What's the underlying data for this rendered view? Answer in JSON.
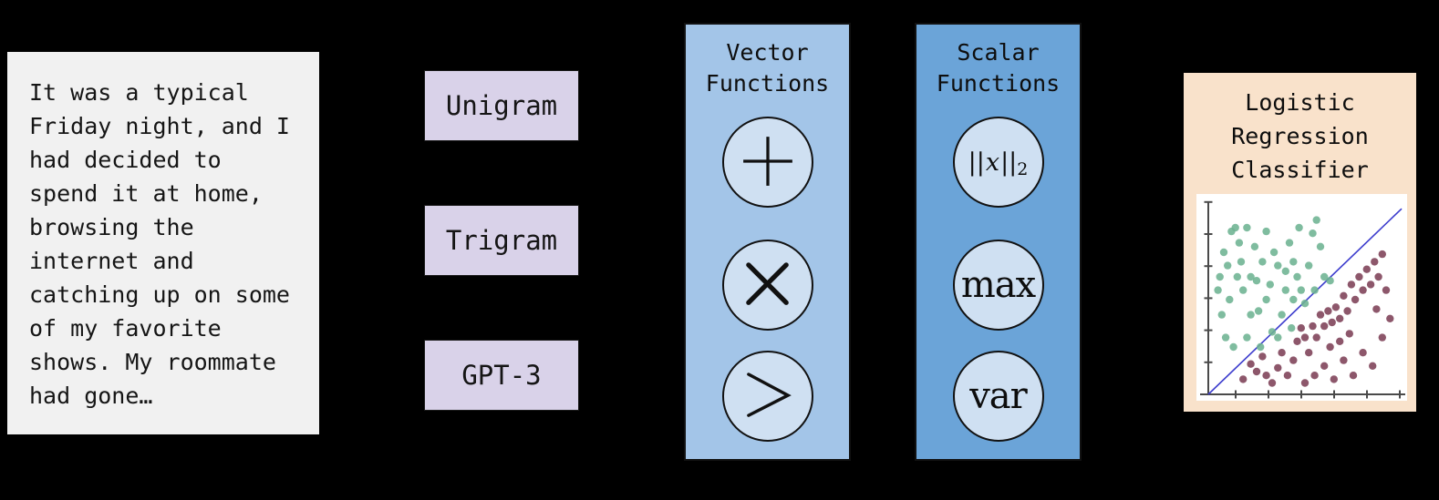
{
  "background": "#000000",
  "story": {
    "bg": "#f1f1f1",
    "lines": [
      "It was a typical",
      "Friday night, and I",
      "had decided to",
      "spend it at home,",
      "browsing the",
      "internet and",
      "catching up on some",
      "of my favorite",
      "shows. My roommate",
      "had gone…"
    ]
  },
  "models": {
    "bg": "#d9d2e9",
    "items": [
      {
        "label": "Unigram"
      },
      {
        "label": "Trigram"
      },
      {
        "label": "GPT-3"
      }
    ]
  },
  "vector_functions": {
    "title_lines": [
      "Vector",
      "Functions"
    ],
    "panel_color": "#a3c5e8",
    "circle_color": "#cfe0f2",
    "items": [
      {
        "icon": "plus-icon",
        "symbol": "+"
      },
      {
        "icon": "times-icon",
        "symbol": "×"
      },
      {
        "icon": "greater-than-icon",
        "symbol": ">"
      }
    ]
  },
  "scalar_functions": {
    "title_lines": [
      "Scalar",
      "Functions"
    ],
    "panel_color": "#6ba4d8",
    "circle_color": "#cfe0f2",
    "items": [
      {
        "kind": "norm",
        "pre": "||",
        "var": "x",
        "post": "||",
        "sub": "2"
      },
      {
        "kind": "text",
        "label": "max"
      },
      {
        "kind": "text",
        "label": "var"
      }
    ]
  },
  "classifier": {
    "bg": "#f9e2cb",
    "title_lines": [
      "Logistic",
      "Regression",
      "Classifier"
    ]
  },
  "chart_data": {
    "type": "scatter",
    "title": "",
    "xlabel": "",
    "ylabel": "",
    "x_range": [
      0,
      1
    ],
    "y_range": [
      0,
      1
    ],
    "grid": false,
    "legend": "none",
    "axis_color": "#4a4a4a",
    "axis_ticks": {
      "x": 6,
      "y": 6
    },
    "decision_boundary": {
      "color": "#3c3ccd",
      "from": [
        0,
        0
      ],
      "to": [
        1,
        0.98
      ]
    },
    "series": [
      {
        "name": "class-a-green",
        "color": "#6db392",
        "points": [
          [
            0.05,
            0.55
          ],
          [
            0.07,
            0.42
          ],
          [
            0.08,
            0.75
          ],
          [
            0.1,
            0.68
          ],
          [
            0.12,
            0.86
          ],
          [
            0.14,
            0.88
          ],
          [
            0.16,
            0.8
          ],
          [
            0.17,
            0.7
          ],
          [
            0.18,
            0.55
          ],
          [
            0.2,
            0.88
          ],
          [
            0.22,
            0.62
          ],
          [
            0.24,
            0.78
          ],
          [
            0.26,
            0.44
          ],
          [
            0.28,
            0.7
          ],
          [
            0.3,
            0.86
          ],
          [
            0.32,
            0.58
          ],
          [
            0.34,
            0.75
          ],
          [
            0.36,
            0.68
          ],
          [
            0.09,
            0.3
          ],
          [
            0.13,
            0.25
          ],
          [
            0.2,
            0.3
          ],
          [
            0.27,
            0.25
          ],
          [
            0.33,
            0.33
          ],
          [
            0.38,
            0.42
          ],
          [
            0.4,
            0.55
          ],
          [
            0.42,
            0.8
          ],
          [
            0.44,
            0.7
          ],
          [
            0.46,
            0.62
          ],
          [
            0.48,
            0.55
          ],
          [
            0.5,
            0.48
          ],
          [
            0.52,
            0.68
          ],
          [
            0.54,
            0.85
          ],
          [
            0.56,
            0.92
          ],
          [
            0.58,
            0.78
          ],
          [
            0.6,
            0.62
          ],
          [
            0.63,
            0.6
          ],
          [
            0.43,
            0.35
          ],
          [
            0.36,
            0.3
          ],
          [
            0.25,
            0.6
          ],
          [
            0.15,
            0.62
          ],
          [
            0.06,
            0.62
          ],
          [
            0.11,
            0.5
          ],
          [
            0.47,
            0.88
          ],
          [
            0.3,
            0.5
          ],
          [
            0.55,
            0.55
          ],
          [
            0.4,
            0.65
          ],
          [
            0.22,
            0.42
          ],
          [
            0.44,
            0.5
          ]
        ]
      },
      {
        "name": "class-b-maroon",
        "color": "#7d4057",
        "points": [
          [
            0.18,
            0.08
          ],
          [
            0.22,
            0.16
          ],
          [
            0.25,
            0.12
          ],
          [
            0.28,
            0.2
          ],
          [
            0.3,
            0.1
          ],
          [
            0.33,
            0.06
          ],
          [
            0.36,
            0.14
          ],
          [
            0.38,
            0.22
          ],
          [
            0.41,
            0.1
          ],
          [
            0.44,
            0.18
          ],
          [
            0.46,
            0.28
          ],
          [
            0.48,
            0.35
          ],
          [
            0.5,
            0.3
          ],
          [
            0.52,
            0.22
          ],
          [
            0.54,
            0.36
          ],
          [
            0.56,
            0.3
          ],
          [
            0.58,
            0.42
          ],
          [
            0.6,
            0.36
          ],
          [
            0.62,
            0.44
          ],
          [
            0.64,
            0.38
          ],
          [
            0.66,
            0.46
          ],
          [
            0.68,
            0.4
          ],
          [
            0.7,
            0.52
          ],
          [
            0.72,
            0.44
          ],
          [
            0.74,
            0.58
          ],
          [
            0.76,
            0.5
          ],
          [
            0.78,
            0.62
          ],
          [
            0.8,
            0.55
          ],
          [
            0.82,
            0.66
          ],
          [
            0.84,
            0.58
          ],
          [
            0.86,
            0.7
          ],
          [
            0.88,
            0.62
          ],
          [
            0.9,
            0.74
          ],
          [
            0.92,
            0.55
          ],
          [
            0.55,
            0.1
          ],
          [
            0.6,
            0.15
          ],
          [
            0.65,
            0.08
          ],
          [
            0.7,
            0.18
          ],
          [
            0.75,
            0.1
          ],
          [
            0.8,
            0.22
          ],
          [
            0.85,
            0.15
          ],
          [
            0.9,
            0.3
          ],
          [
            0.94,
            0.4
          ],
          [
            0.5,
            0.06
          ],
          [
            0.63,
            0.25
          ],
          [
            0.68,
            0.28
          ],
          [
            0.73,
            0.32
          ],
          [
            0.87,
            0.45
          ]
        ]
      }
    ]
  }
}
